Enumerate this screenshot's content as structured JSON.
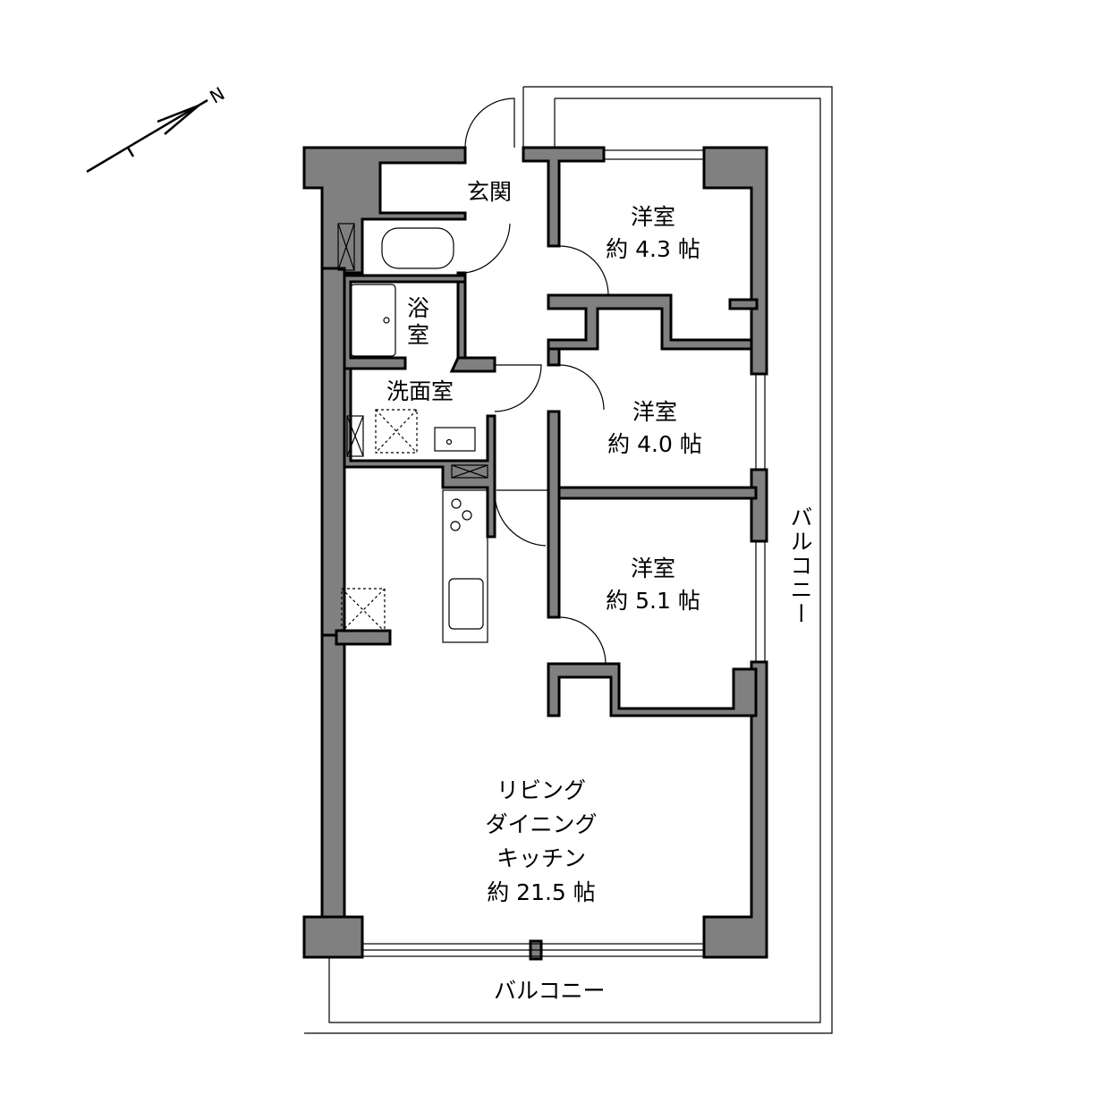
{
  "compass": {
    "label": "N"
  },
  "rooms": {
    "entrance": {
      "name": "玄関"
    },
    "western1": {
      "name": "洋室",
      "size": "約 4.3 帖"
    },
    "bath": {
      "name1": "浴",
      "name2": "室"
    },
    "washroom": {
      "name": "洗面室"
    },
    "western2": {
      "name": "洋室",
      "size": "約 4.0 帖"
    },
    "western3": {
      "name": "洋室",
      "size": "約 5.1 帖"
    },
    "ldk": {
      "line1": "リビング",
      "line2": "ダイニング",
      "line3": "キッチン",
      "size": "約 21.5 帖"
    }
  },
  "balcony": {
    "side": "バルコニー",
    "bottom": "バルコニー"
  }
}
